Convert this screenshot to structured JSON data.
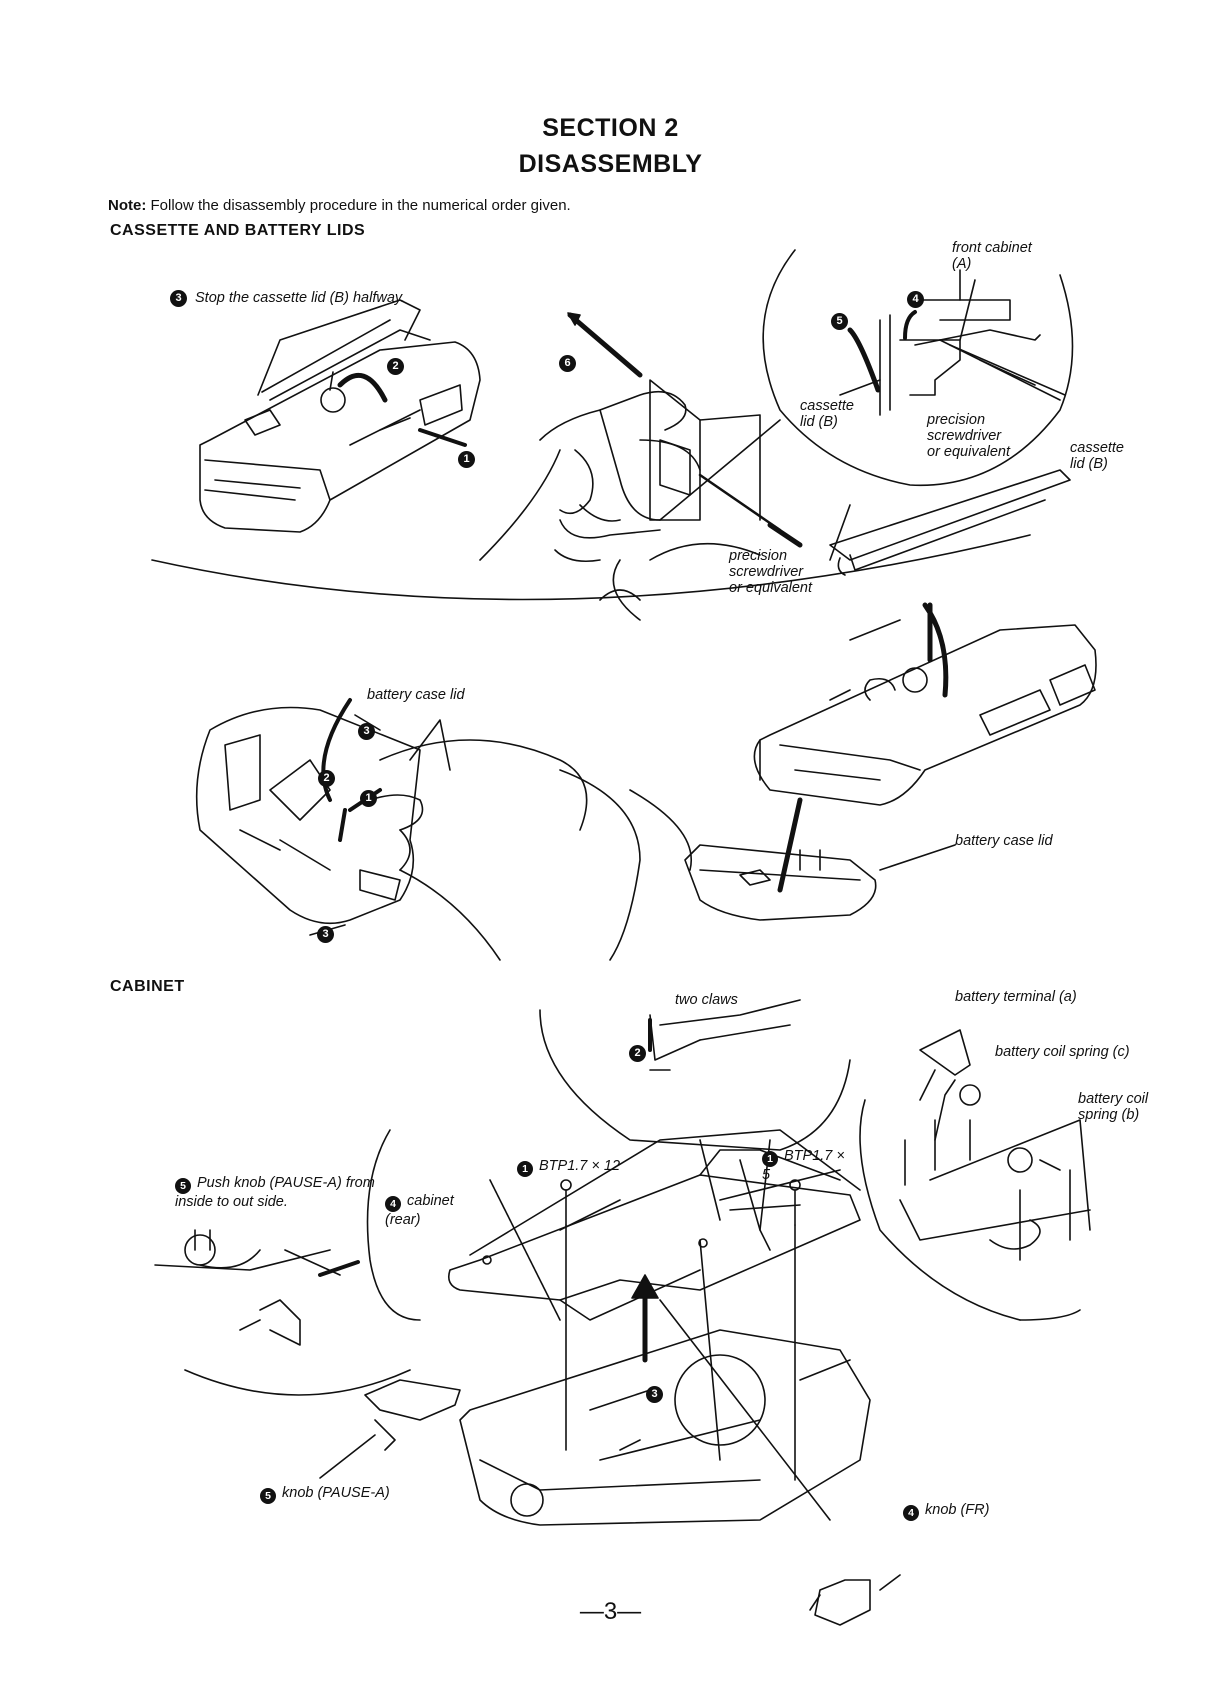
{
  "header": {
    "section": "SECTION 2",
    "title": "DISASSEMBLY"
  },
  "note": {
    "label": "Note:",
    "text": "Follow the disassembly procedure in the numerical order given."
  },
  "sections": {
    "lids": "CASSETTE AND BATTERY LIDS",
    "cabinet": "CABINET"
  },
  "lids_figure": {
    "step3_text": "Stop the cassette lid (B) halfway.",
    "front_cabinet": "front cabinet (A)",
    "cassette_lid_inset": "cassette lid (B)",
    "precision_inset": "precision screwdriver or equivalent",
    "cassette_lid_right": "cassette lid (B)",
    "precision_mid": "precision screwdriver or equivalent",
    "battery_case_lid_top": "battery case lid",
    "battery_case_lid_right": "battery case lid",
    "n1": "1",
    "n2": "2",
    "n3": "3",
    "n4": "4",
    "n5": "5",
    "n6": "6"
  },
  "cabinet_figure": {
    "two_claws": "two claws",
    "battery_terminal": "battery terminal (a)",
    "battery_coil_c": "battery coil spring (c)",
    "battery_coil_b": "battery coil spring (b)",
    "screw1": "BTP1.7 × 12",
    "screw2": "BTP1.7 × 5",
    "push_knob": "Push knob (PAUSE-A) from inside to out side.",
    "cabinet_rear": "cabinet (rear)",
    "knob_pause": "knob (PAUSE-A)",
    "knob_fr": "knob (FR)",
    "n1": "1",
    "n2": "2",
    "n3": "3",
    "n4": "4",
    "n5": "5"
  },
  "footer": {
    "page_number": "—3—"
  }
}
